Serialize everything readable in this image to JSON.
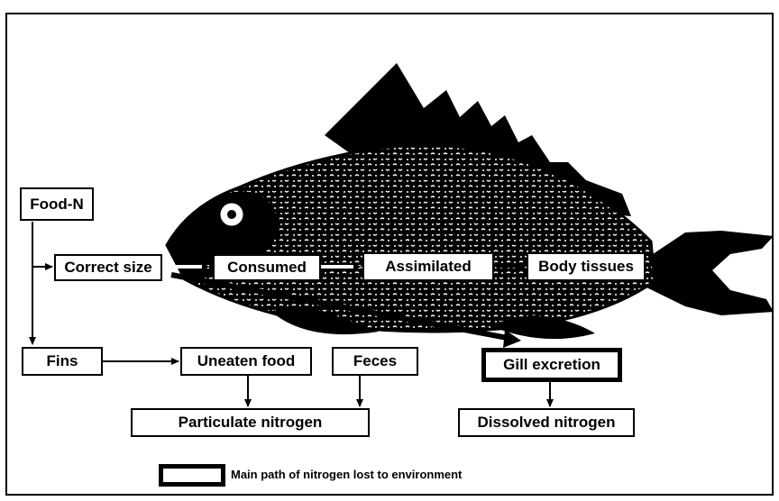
{
  "nodes": {
    "food_n": "Food-N",
    "correct_size": "Correct size",
    "consumed": "Consumed",
    "assimilated": "Assimilated",
    "body_tissues": "Body tissues",
    "fins": "Fins",
    "uneaten_food": "Uneaten food",
    "feces": "Feces",
    "gill_excretion": "Gill excretion",
    "particulate_nitrogen": "Particulate nitrogen",
    "dissolved_nitrogen": "Dissolved nitrogen"
  },
  "legend": {
    "label": "Main path of nitrogen lost to environment"
  },
  "illustration": {
    "subject": "fish",
    "icon": "fish-illustration"
  },
  "colors": {
    "ink": "#000000",
    "paper": "#ffffff"
  }
}
